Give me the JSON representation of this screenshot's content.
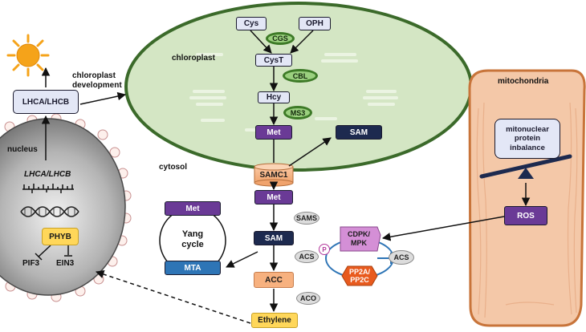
{
  "labels": {
    "chloroplast": "chloroplast",
    "chloroplast_development": [
      "chloroplast",
      "development"
    ],
    "mitochondria": "mitochondria",
    "cytosol": "cytosol",
    "nucleus": "nucleus",
    "gene": "LHCA/LHCB",
    "yang_cycle": [
      "Yang",
      "cycle"
    ],
    "imbalance": [
      "mitonuclear",
      "protein",
      "inbalance"
    ]
  },
  "boxes": {
    "cys": "Cys",
    "oph": "OPH",
    "cyst": "CysT",
    "hcy": "Hcy",
    "met_chloro": "Met",
    "sam_chloro": "SAM",
    "samc1": "SAMC1",
    "met_cyto": "Met",
    "sam_cyto": "SAM",
    "acc": "ACC",
    "ethylene": "Ethylene",
    "met_yang": "Met",
    "mta": "MTA",
    "ros": "ROS",
    "cdpk": [
      "CDPK/",
      "MPK"
    ],
    "pp2a": [
      "PP2A/",
      "PP2C"
    ],
    "lhca_protein": "LHCA/LHCB",
    "phyb": "PHYB",
    "pif3": "PIF3",
    "ein3": "EIN3"
  },
  "enzymes": {
    "cgs": "CGS",
    "cbl": "CBL",
    "ms3": "MS3",
    "sams": "SAMS",
    "aco": "ACO",
    "acs_left": "ACS",
    "acs_right": "ACS",
    "p": "P"
  },
  "colors": {
    "chloroplast_fill": "#d4e6c4",
    "chloroplast_border": "#3b6a2a",
    "mito_fill": "#f4c8a8",
    "mito_border": "#c8743a",
    "pale_box": "#e3e7f6",
    "purple_box": "#6a3a96",
    "navy_box": "#1d2a4f",
    "peach_box": "#f7b17f",
    "yellow_box": "#ffd75a",
    "blue_box": "#2e75b6",
    "green_enzyme": "#9bd07f",
    "pp2a_red": "#e85a1e",
    "cdpk_pink": "#d48fd6",
    "sun": "#f5a31a"
  },
  "icons": [
    "sun-icon",
    "dna-helix-icon",
    "gene-strand-icon"
  ]
}
